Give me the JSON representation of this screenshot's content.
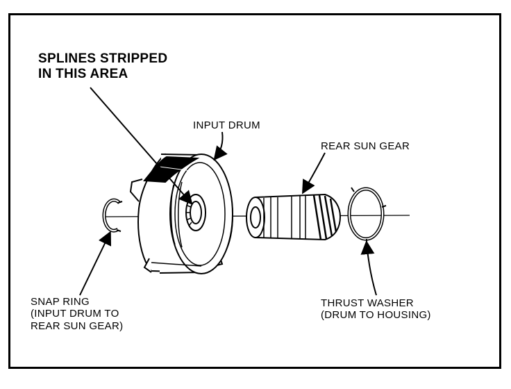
{
  "labels": {
    "splines_line1": "SPLINES STRIPPED",
    "splines_line2": "IN THIS AREA",
    "input_drum": "INPUT DRUM",
    "rear_sun_gear": "REAR SUN GEAR",
    "snap_ring_line1": "SNAP RING",
    "snap_ring_line2": "(INPUT DRUM TO",
    "snap_ring_line3": "REAR SUN GEAR)",
    "thrust_line1": "THRUST WASHER",
    "thrust_line2": "(DRUM TO HOUSING)"
  },
  "colors": {
    "ink": "#000000",
    "paper": "#ffffff"
  }
}
